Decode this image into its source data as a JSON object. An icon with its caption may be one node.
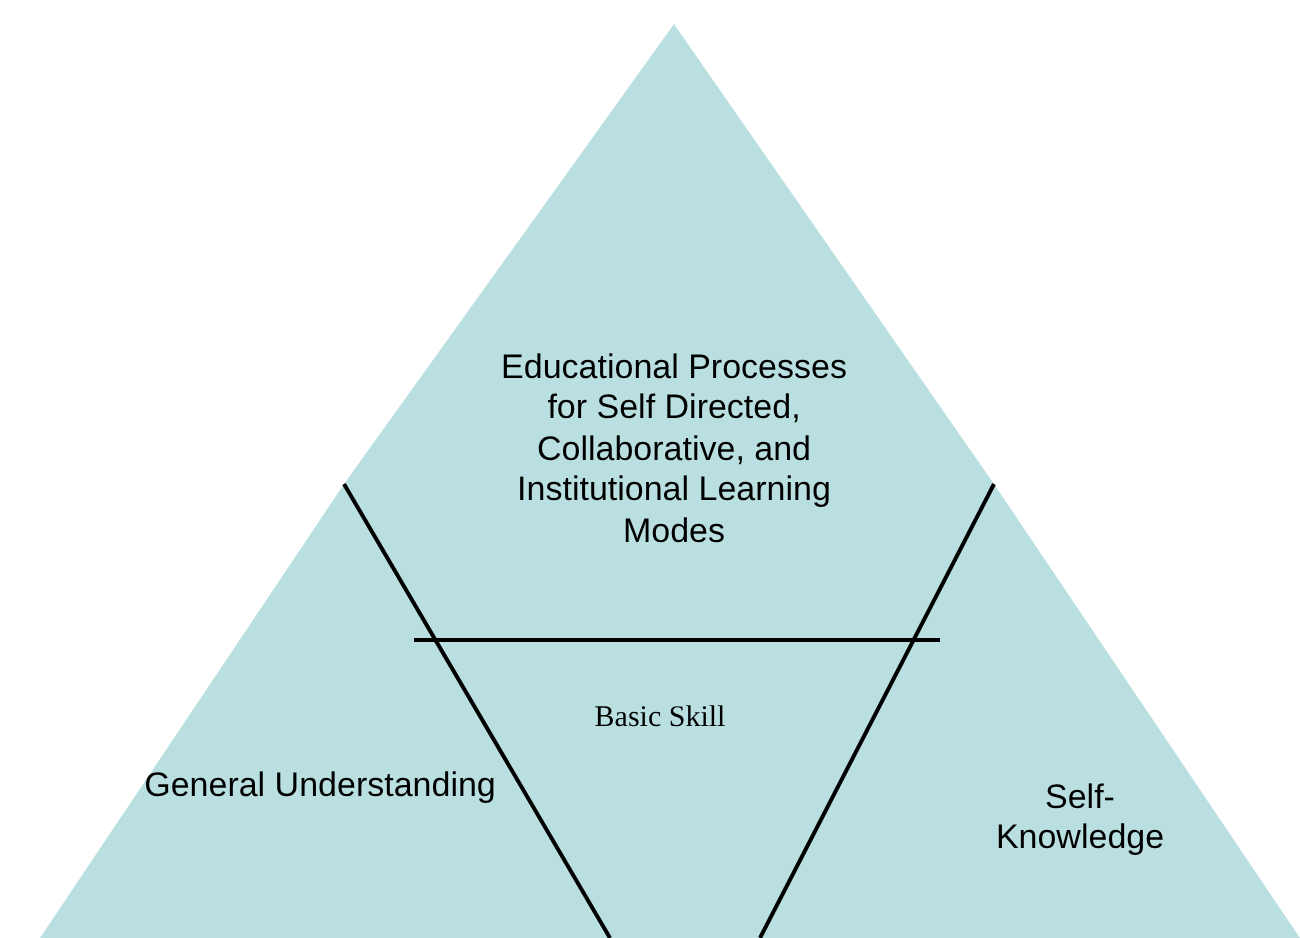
{
  "diagram": {
    "nodes": [
      {
        "text": [
          "Educational Processes for Self Directed, Collaborative, and Institutional Learning Modes"
        ]
      },
      {
        "text": [
          "Basic Skill"
        ]
      },
      {
        "text": [
          "General Understanding"
        ]
      },
      {
        "text": [
          "Self-Knowledge"
        ]
      }
    ]
  }
}
